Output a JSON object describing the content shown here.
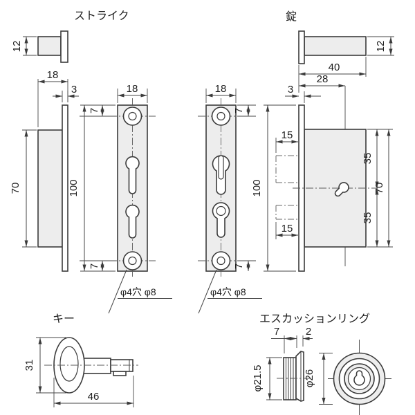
{
  "page": {
    "background": "#ffffff"
  },
  "palette": {
    "line": "#3b3b3b",
    "dim": "#454545",
    "fill": "#ededed"
  },
  "strike": {
    "title": "ストライク",
    "depth": "12",
    "side_width": "18",
    "plate_thickness": "3",
    "body_height": "70",
    "plate_height": "100",
    "plate_width": "18",
    "hole_offset_top": "7",
    "hole_offset_bottom": "7",
    "hole_note": "φ4穴 φ8"
  },
  "lock": {
    "title": "錠",
    "depth": "12",
    "body_length": "40",
    "backset": "28",
    "plate_thickness": "3",
    "plate_width": "18",
    "plate_height": "100",
    "hole_offset_top": "7",
    "hole_offset_bottom": "7",
    "latch_top": "15",
    "latch_bottom": "15",
    "half_height_top": "35",
    "half_height_bottom": "35",
    "body_height": "70",
    "hole_note": "φ4穴 φ8"
  },
  "key": {
    "title": "キー",
    "bow_height": "31",
    "total_length": "46"
  },
  "escutcheon": {
    "title": "エスカッションリング",
    "body_depth": "7",
    "flange_thickness": "2",
    "body_diameter": "φ21.5",
    "flange_diameter": "φ26"
  }
}
